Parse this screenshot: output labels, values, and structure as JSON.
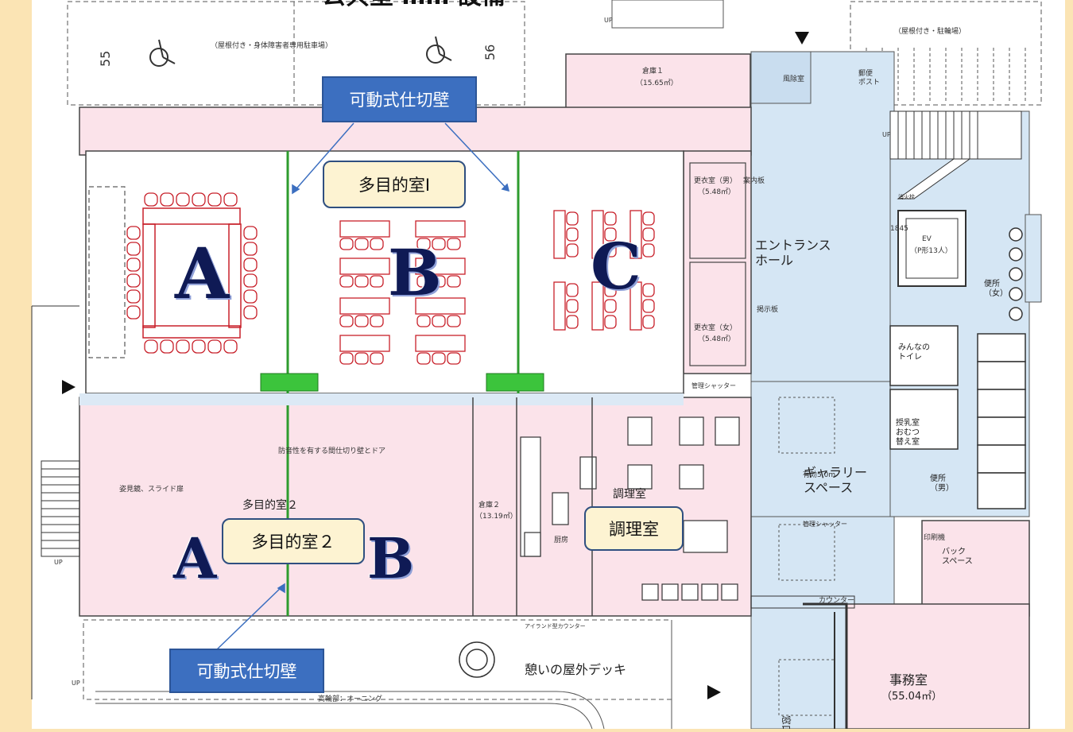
{
  "page": {
    "background": "#fbe4b4",
    "title_fragment": "公共室 …… 設備"
  },
  "colors": {
    "room_pink": "#fbe3ea",
    "hall_blue": "#d5e6f4",
    "partition_green": "#2e9c2e",
    "callout_blue": "#3c6fc0",
    "callout_cream": "#fdf3d2",
    "furniture_red": "#c8202a"
  },
  "callouts": {
    "partition_top": "可動式仕切壁",
    "partition_bottom": "可動式仕切壁",
    "room1": "多目的室Ⅰ",
    "room2": "多目的室２",
    "kitchen": "調理室"
  },
  "zones": {
    "a1": "A",
    "b1": "B",
    "c1": "C",
    "a2": "A",
    "b2": "B"
  },
  "plan_labels": {
    "parking_left": "55",
    "parking_right": "56",
    "parking_accessible": "（屋根付き・身体障害者専用駐車場）",
    "bicycle_parking": "（屋根付き・駐輪場）",
    "storage1": "倉庫１",
    "storage1_area": "（15.65㎡）",
    "wind_room": "風除室",
    "postbox": "郵便\nポスト",
    "up1": "UP",
    "up2": "UP",
    "up3": "UP",
    "up4": "UP",
    "info_board": "案内板",
    "fire_box": "消火栓",
    "ev": "EV",
    "ev_capacity": "（P形13人）",
    "changing_male": "更衣室（男）",
    "changing_male_area": "（5.48㎡）",
    "changing_female": "更衣室（女）",
    "changing_female_area": "（5.48㎡）",
    "notice_board": "掲示板",
    "entrance_hall": "エントランス\nホール",
    "toilet_female": "便所\n（女）",
    "toilet_male": "便所\n（男）",
    "accessible_toilet": "みんなの\nトイレ",
    "nursing": "授乳室\nおむつ\n替え室",
    "shutter1": "管理シャッター",
    "shutter2": "管理シャッター",
    "partition_note": "防音性を有する間仕切り壁とドア",
    "folding_door": "姿見鏡、スライド扉",
    "room2_label": "多目的室２",
    "storage2": "倉庫２",
    "storage2_area": "（13.19㎡）",
    "cooking_room": "調理室",
    "cooking_sub": "厨房",
    "gallery": "ギャラリー\nスペース",
    "width_note": "有効5.0m",
    "printer": "印刷機",
    "back_space": "バック\nスペース",
    "counter": "カウンター",
    "office": "事務室",
    "office_area": "（55.04㎡）",
    "deck": "憩いの屋外デッキ",
    "awning": "高輪部：オーニング",
    "island_counter": "アイランド型カウンター",
    "window_label": "窓口",
    "dim_1845": "1845"
  }
}
